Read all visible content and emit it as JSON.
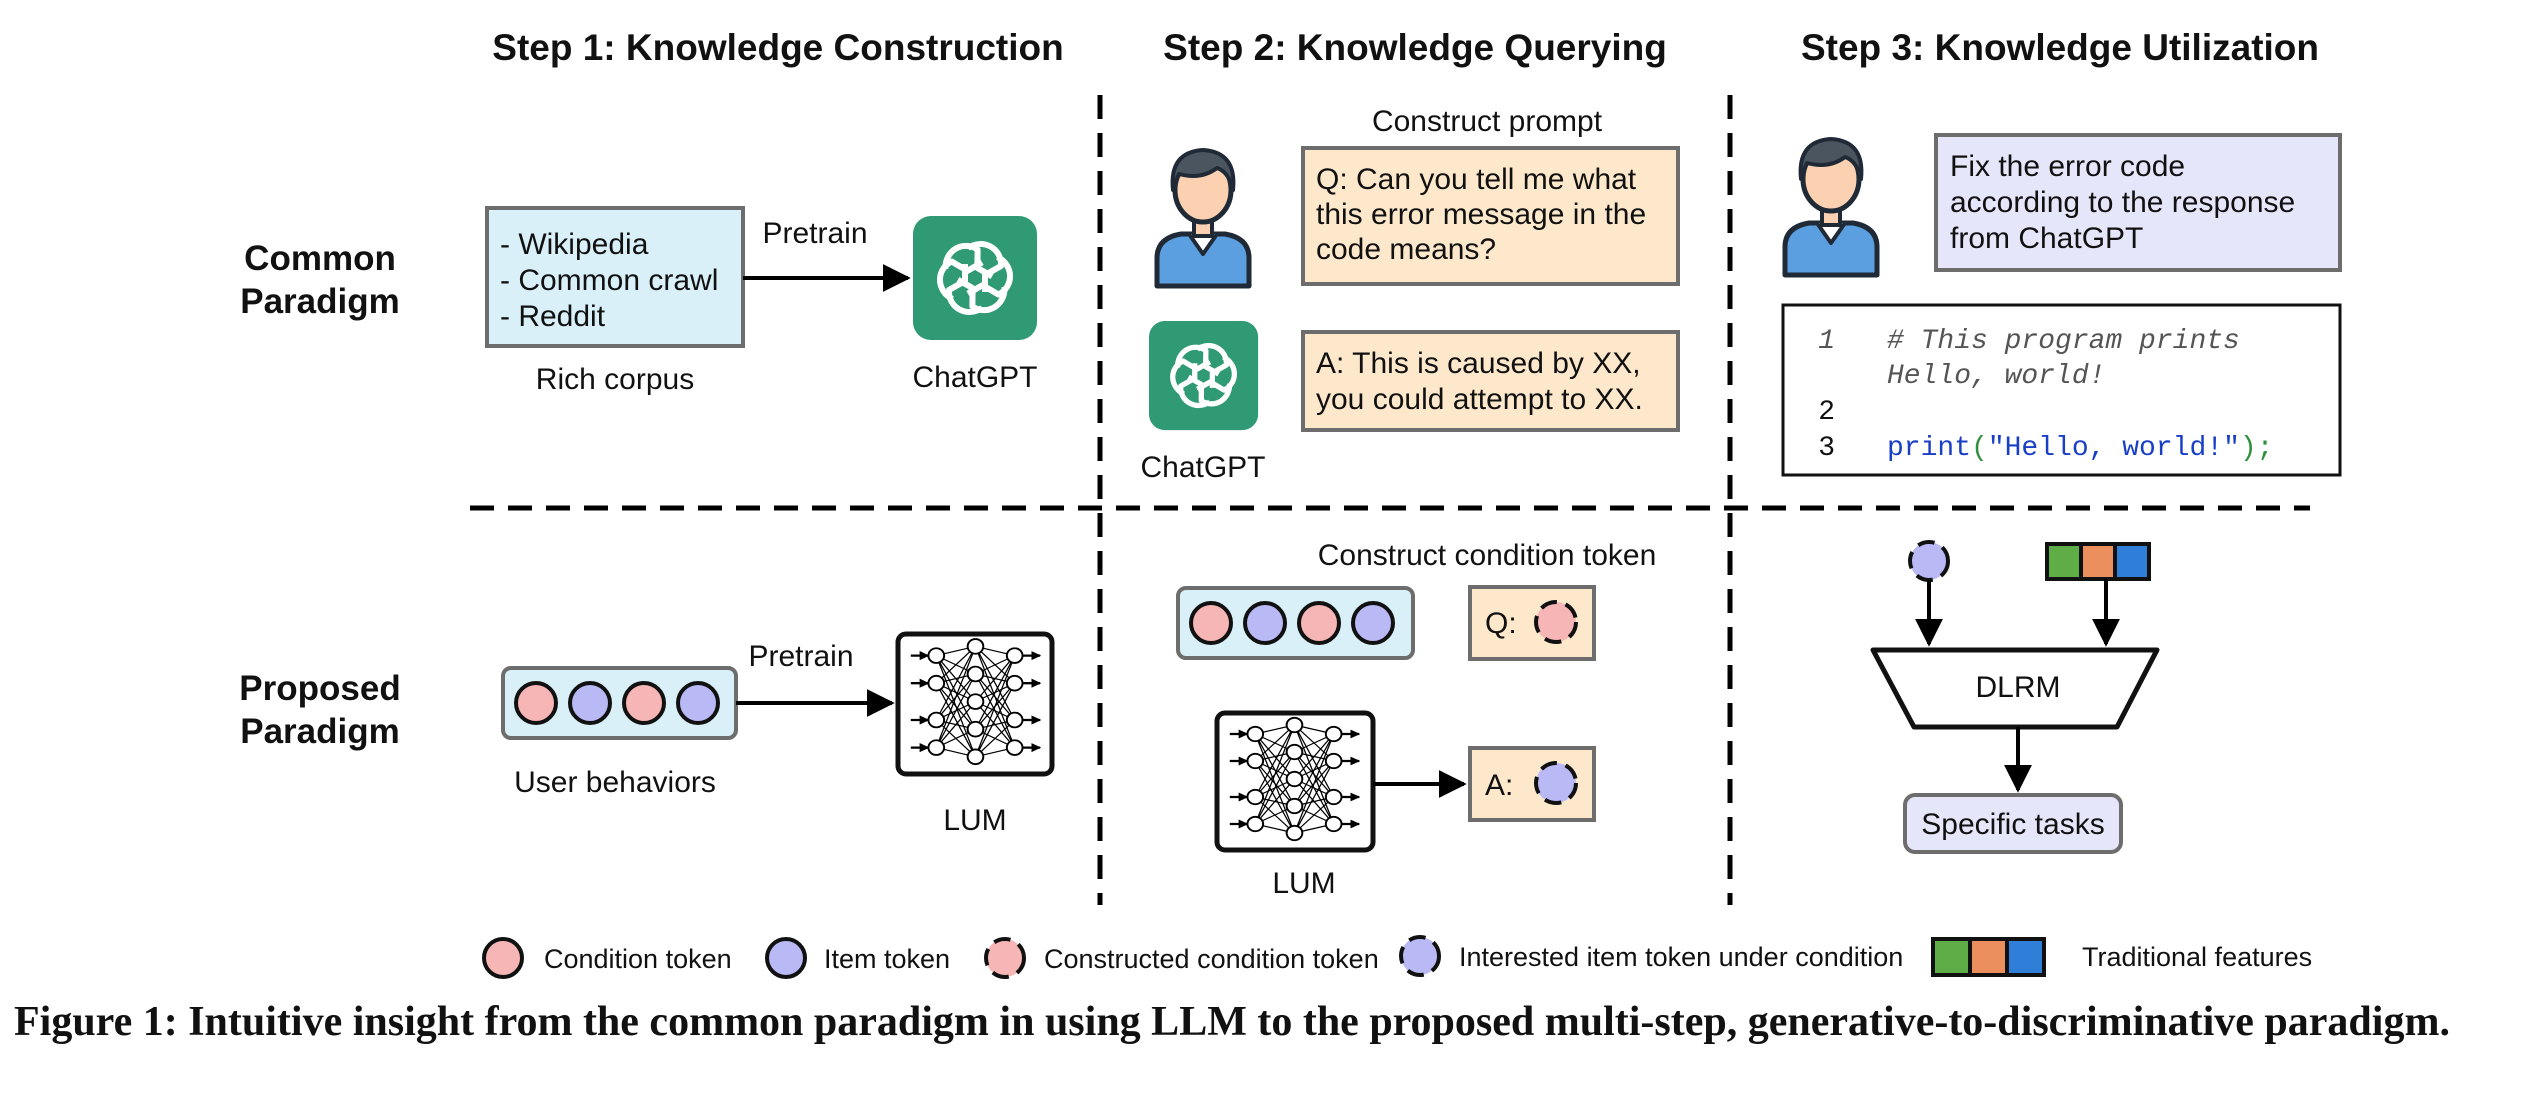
{
  "steps": {
    "step1": "Step 1: Knowledge Construction",
    "step2": "Step 2: Knowledge Querying",
    "step3": "Step 3: Knowledge Utilization"
  },
  "rows": {
    "common": [
      "Common",
      "Paradigm"
    ],
    "proposed": [
      "Proposed",
      "Paradigm"
    ]
  },
  "common": {
    "corpus_items": [
      "- Wikipedia",
      "- Common crawl",
      "- Reddit"
    ],
    "corpus_label": "Rich corpus",
    "pretrain": "Pretrain",
    "chatgpt": "ChatGPT",
    "construct_prompt": "Construct prompt",
    "question": [
      "Q: Can you tell me what",
      "this error message in the",
      "code means?"
    ],
    "answer": [
      "A: This is caused by XX,",
      "you could attempt to XX."
    ],
    "chatgpt2": "ChatGPT",
    "instruction": [
      "Fix the error code",
      "according to the response",
      "from ChatGPT"
    ],
    "code": {
      "line1_no": "1",
      "line1": [
        "# This program prints",
        "Hello, world!"
      ],
      "line2_no": "2",
      "line3_no": "3",
      "line3_fn": "print",
      "line3_open": "(",
      "line3_str": "\"Hello, world!\"",
      "line3_close": ");"
    }
  },
  "proposed": {
    "pretrain": "Pretrain",
    "user_behaviors": "User behaviors",
    "lum": "LUM",
    "construct_condition": "Construct condition token",
    "q_label": "Q:",
    "a_label": "A:",
    "lum2": "LUM",
    "dlrm": "DLRM",
    "specific_tasks": "Specific tasks"
  },
  "legend": {
    "condition": "Condition token",
    "item": "Item token",
    "constructed": "Constructed condition token",
    "interested": "Interested item token under condition",
    "traditional": "Traditional features"
  },
  "caption": "Figure 1: Intuitive insight from the common paradigm in using LLM to the proposed multi-step, generative-to-discriminative paradigm.",
  "colors": {
    "condition_token": "#f7b6b6",
    "item_token": "#b9b9f5",
    "chatgpt_green": "#2f9a74",
    "question_fill": "#fde8cc",
    "corpus_fill": "#d9f0f9",
    "instruction_fill": "#e6e6fa",
    "feature_green": "#5fad46",
    "feature_orange": "#ec8f5e",
    "feature_blue": "#2f7fd9",
    "user_shirt": "#5b9fe0",
    "user_skin": "#fbd1b2",
    "user_hair": "#4a5560"
  }
}
